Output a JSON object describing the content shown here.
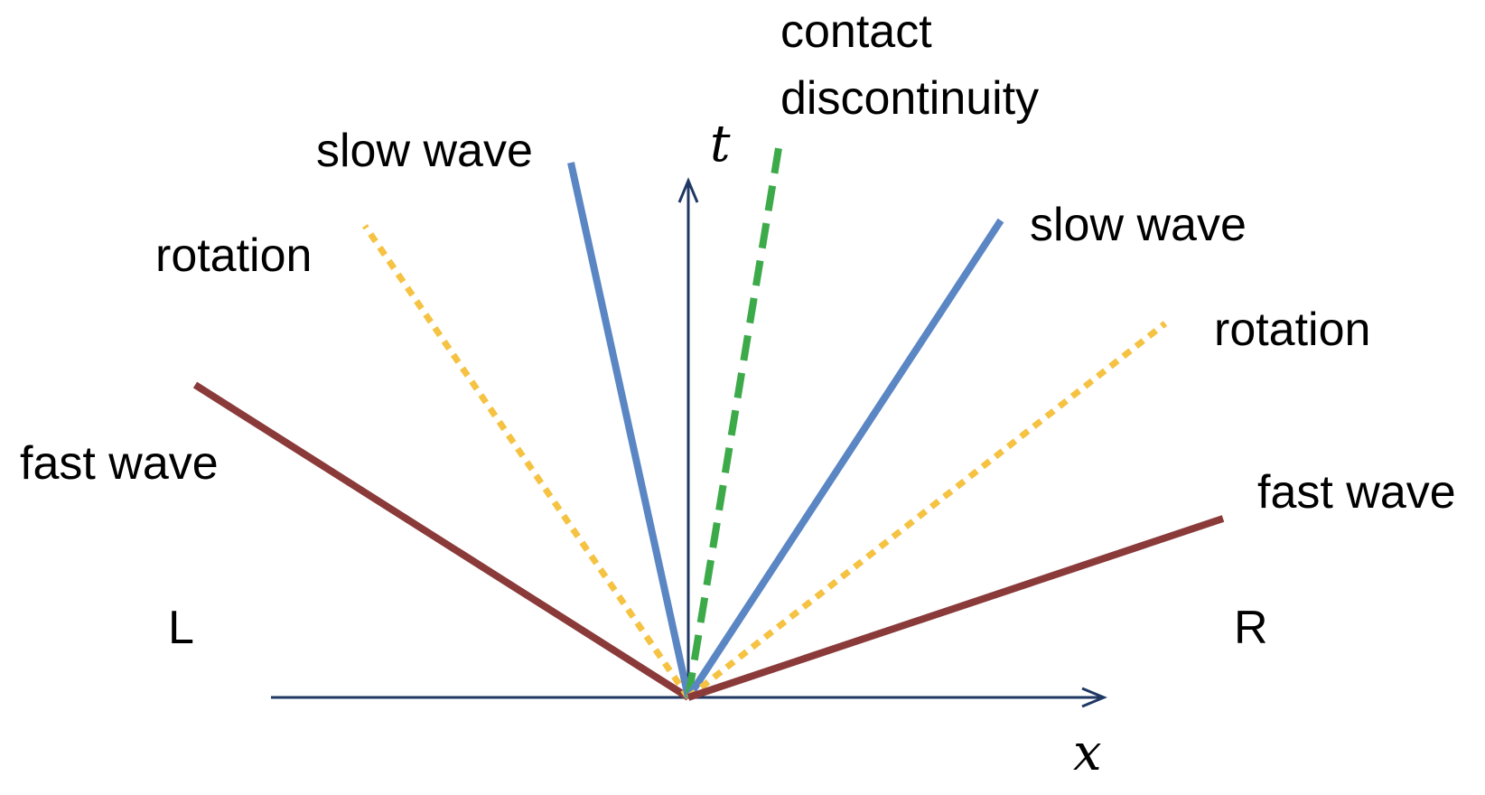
{
  "colors": {
    "fast_wave": "#8B3A3A",
    "slow_wave": "#5B86C4",
    "rotation": "#F5C242",
    "contact_discontinuity": "#3DAA4A",
    "axis": "#1F3864"
  },
  "axes": {
    "x_label": "x",
    "t_label": "t"
  },
  "regions": {
    "left": "L",
    "right": "R"
  },
  "labels": {
    "contact_line1": "contact",
    "contact_line2": "discontinuity",
    "slow_wave_left": "slow wave",
    "slow_wave_right": "slow wave",
    "rotation_left": "rotation",
    "rotation_right": "rotation",
    "fast_wave_left": "fast wave",
    "fast_wave_right": "fast wave"
  }
}
